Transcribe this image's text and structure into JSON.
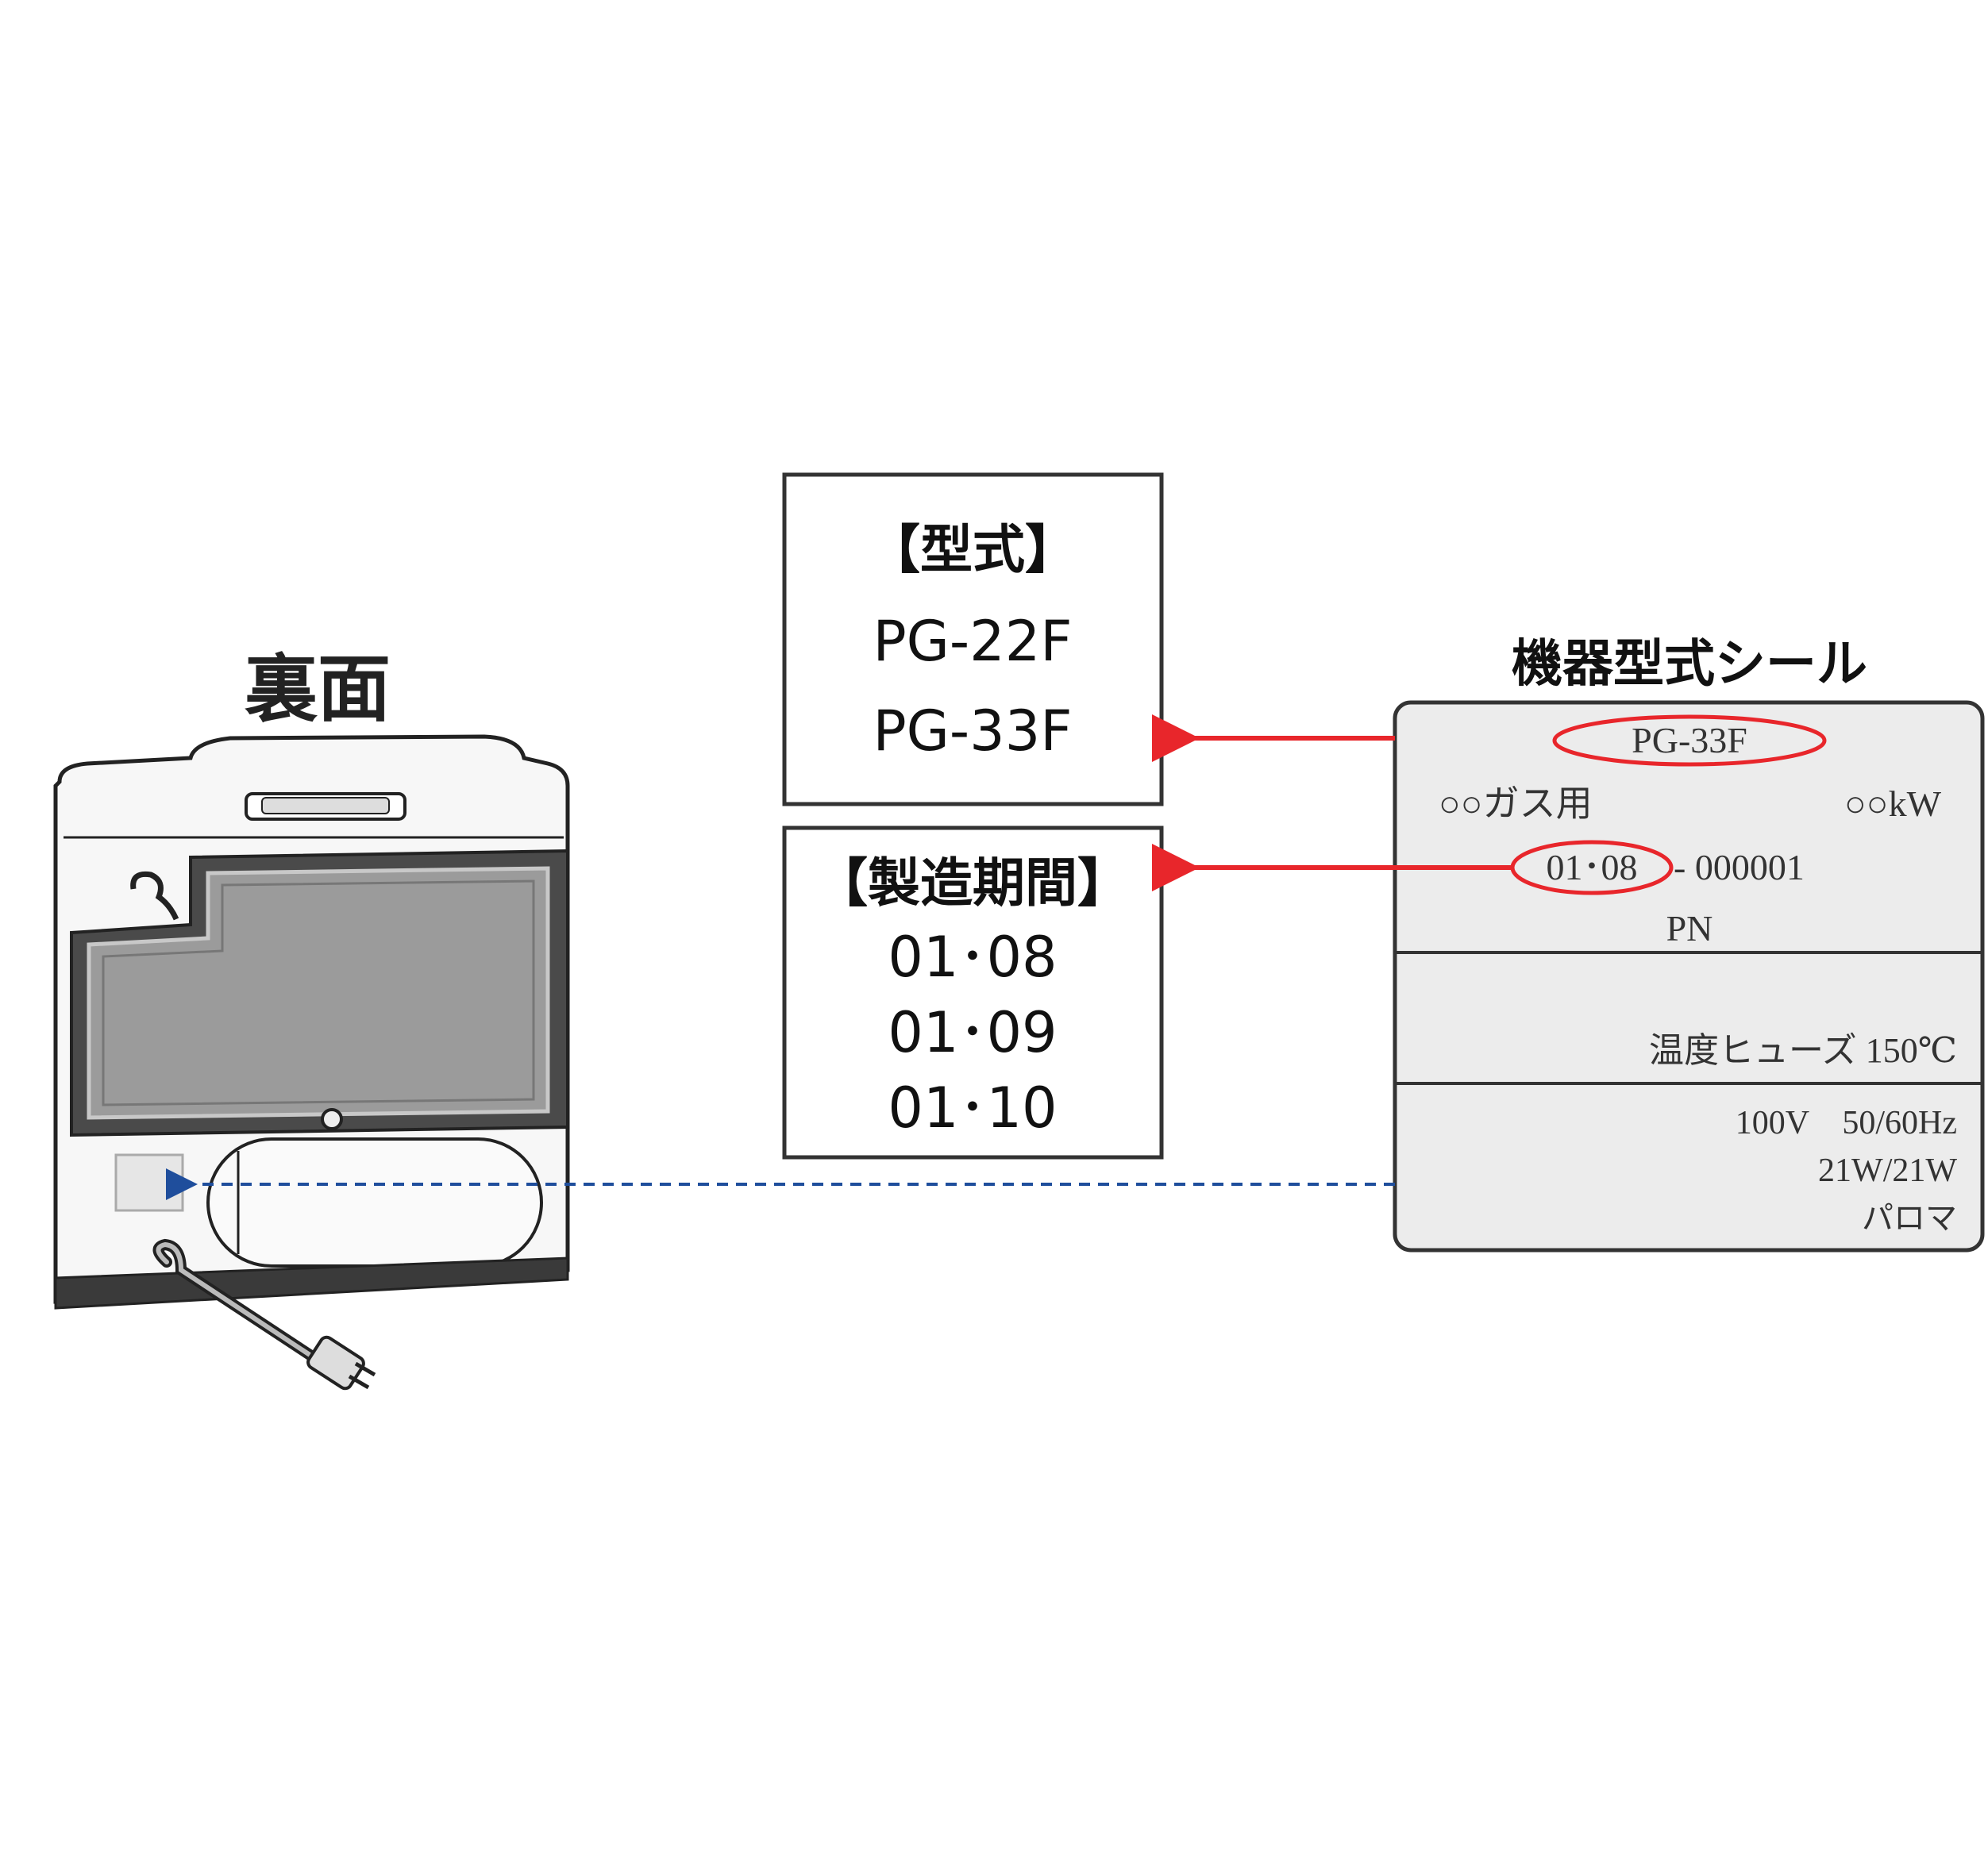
{
  "device": {
    "back_label": "裏面"
  },
  "model_box": {
    "heading": "【型式】",
    "models": [
      "PG-22F",
      "PG-33F"
    ]
  },
  "period_box": {
    "heading": "【製造期間】",
    "periods": [
      "01･08",
      "01･09",
      "01･10"
    ]
  },
  "seal": {
    "title": "機器型式シール",
    "model": "PG-33F",
    "gas": "○○ガス用",
    "power_kw": "○○kW",
    "date_code": "01･08",
    "serial": "- 000001",
    "pn": "PN",
    "fuse": "温度ヒューズ 150℃",
    "voltage": "100V　50/60Hz",
    "wattage": "21W/21W",
    "maker": "パロマ"
  },
  "colors": {
    "arrow_red": "#e8262b",
    "arrow_blue": "#1f4e9c",
    "seal_fill": "#ececec",
    "panel_gray": "#9b9b9b"
  }
}
